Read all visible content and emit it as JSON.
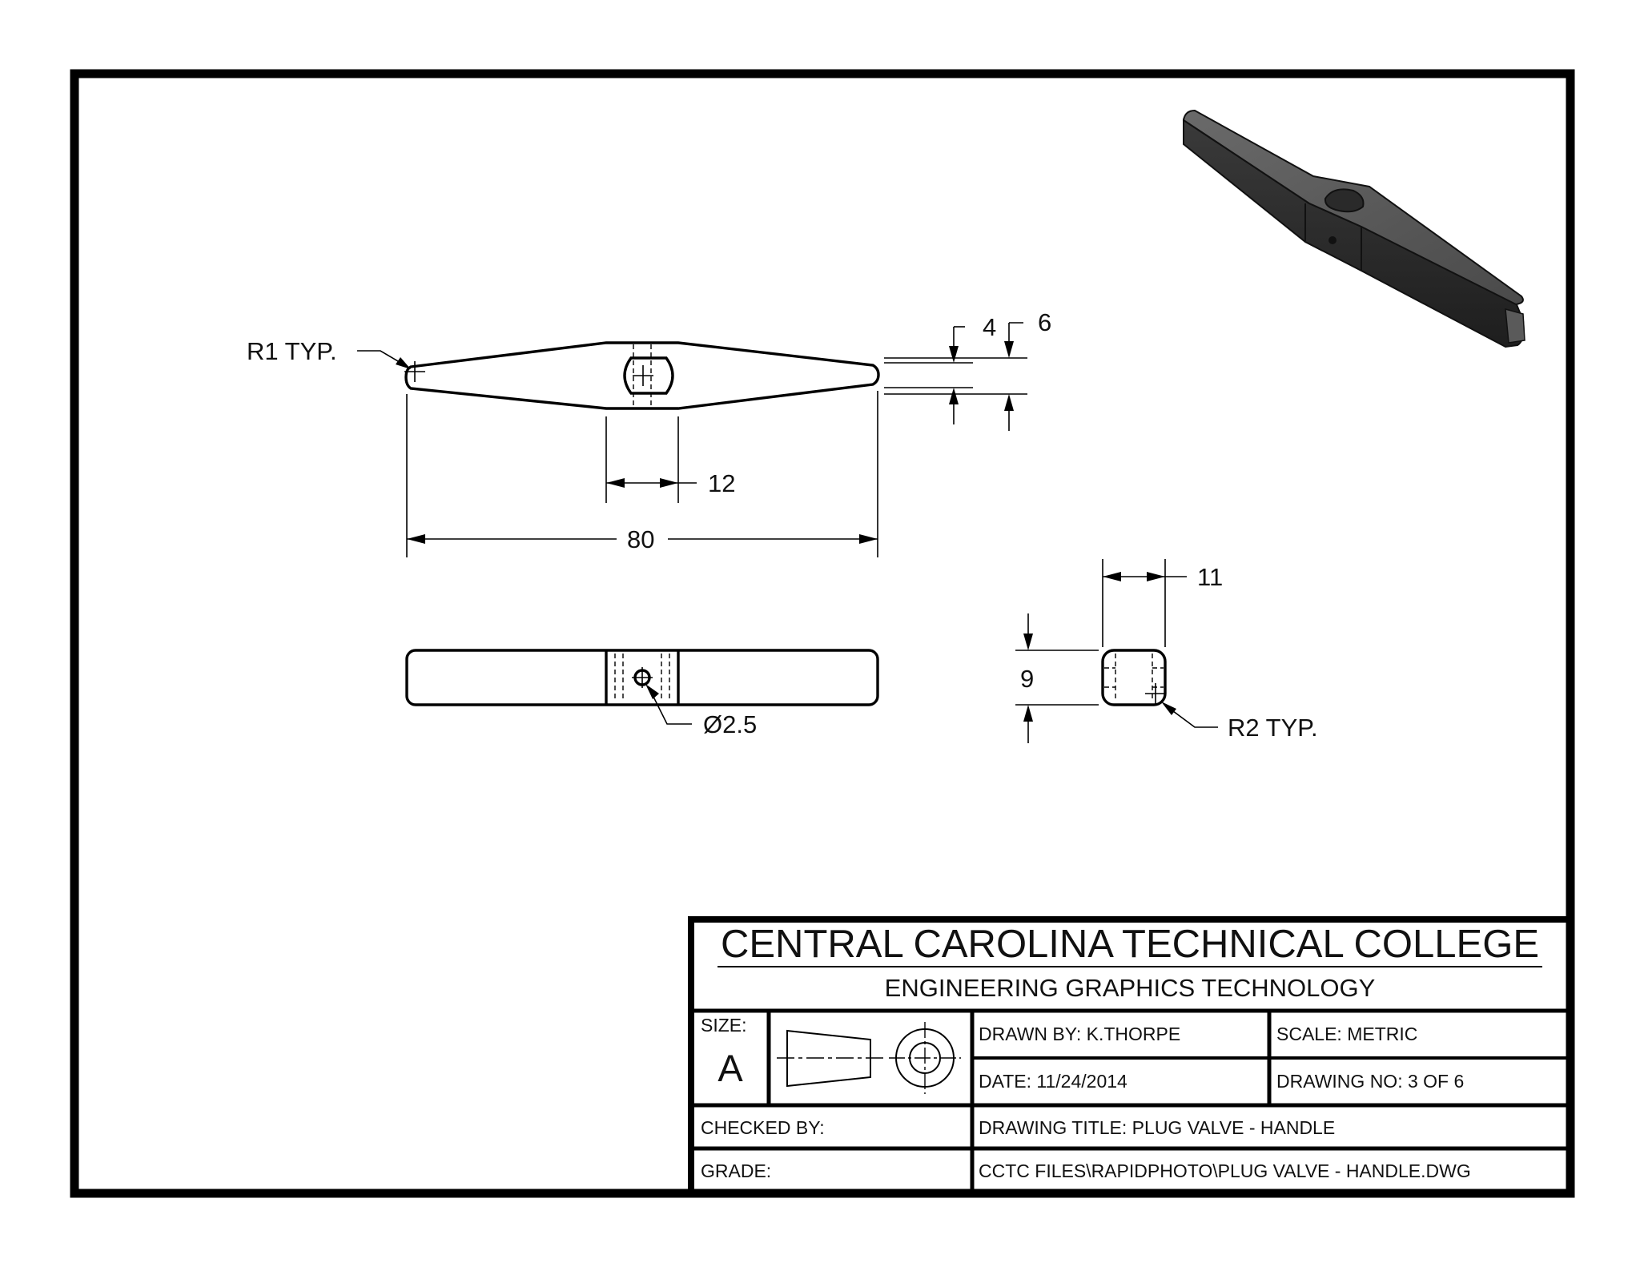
{
  "annotations": {
    "r1": "R1 TYP.",
    "thickness_small": "4",
    "thickness_large": "6",
    "hub_width": "12",
    "overall_length": "80",
    "hole_diameter": "Ø2.5",
    "end_width": "11",
    "end_height": "9",
    "r2": "R2 TYP."
  },
  "title_block": {
    "school": "CENTRAL CAROLINA TECHNICAL COLLEGE",
    "program": "ENGINEERING GRAPHICS TECHNOLOGY",
    "size_label": "SIZE:",
    "size_value": "A",
    "drawn_by": "DRAWN BY: K.THORPE",
    "scale": "SCALE: METRIC",
    "date": "DATE: 11/24/2014",
    "drawing_no": "DRAWING NO: 3 OF 6",
    "checked_by": "CHECKED BY:",
    "drawing_title": "DRAWING TITLE: PLUG VALVE - HANDLE",
    "grade": "GRADE:",
    "file_path": "CCTC FILES\\RAPIDPHOTO\\PLUG VALVE - HANDLE.DWG"
  },
  "icons": {
    "projection_symbol": "third-angle-projection-symbol",
    "isometric_view": "plug-valve-handle-isometric"
  },
  "colors": {
    "ink": "#000000",
    "paper": "#ffffff"
  }
}
